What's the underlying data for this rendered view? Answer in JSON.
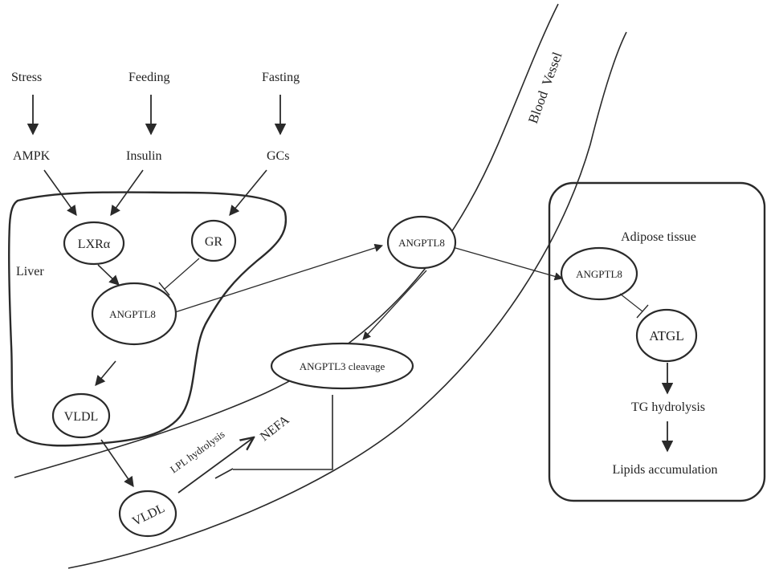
{
  "diagram": {
    "signals": {
      "stress": "Stress",
      "feeding": "Feeding",
      "fasting": "Fasting"
    },
    "mediators": {
      "ampk": "AMPK",
      "insulin": "Insulin",
      "gcs": "GCs"
    },
    "liver": {
      "label": "Liver",
      "lxr": "LXRα",
      "gr": "GR",
      "angptl8": "ANGPTL8",
      "vldl": "VLDL"
    },
    "vessel": {
      "label": "Blood  Vessel",
      "angptl8": "ANGPTL8",
      "angptl3": "ANGPTL3 cleavage",
      "vldl": "VLDL",
      "lpl": "LPL hydrolysis",
      "nefa": "NEFA"
    },
    "adipose": {
      "label": "Adipose tissue",
      "angptl8": "ANGPTL8",
      "atgl": "ATGL",
      "tg": "TG hydrolysis",
      "lipids": "Lipids accumulation"
    }
  }
}
